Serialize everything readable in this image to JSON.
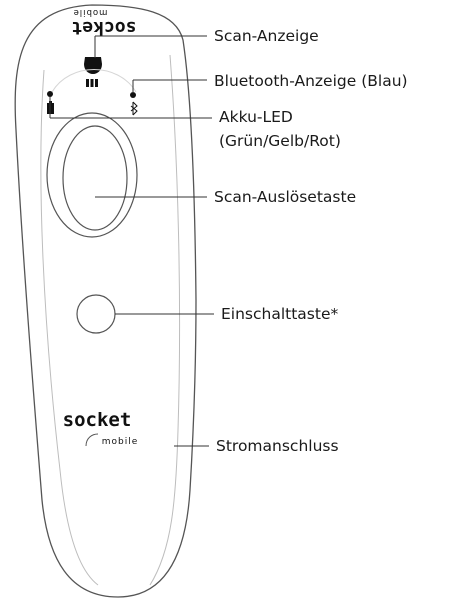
{
  "callouts": {
    "scan_indicator": "Scan-Anzeige",
    "bluetooth_indicator": "Bluetooth-Anzeige (Blau)",
    "battery_led_line1": "Akku-LED",
    "battery_led_line2": "(Grün/Gelb/Rot)",
    "scan_trigger": "Scan-Auslösetaste",
    "power_button": "Einschalttaste*",
    "power_port": "Stromanschluss"
  },
  "device": {
    "brand_top": "socket",
    "brand_top_sub": "mobile",
    "brand_bottom": "socket",
    "brand_bottom_sub": "mobile"
  },
  "colors": {
    "line": "#333333",
    "outline": "#555555",
    "icon": "#111111"
  }
}
